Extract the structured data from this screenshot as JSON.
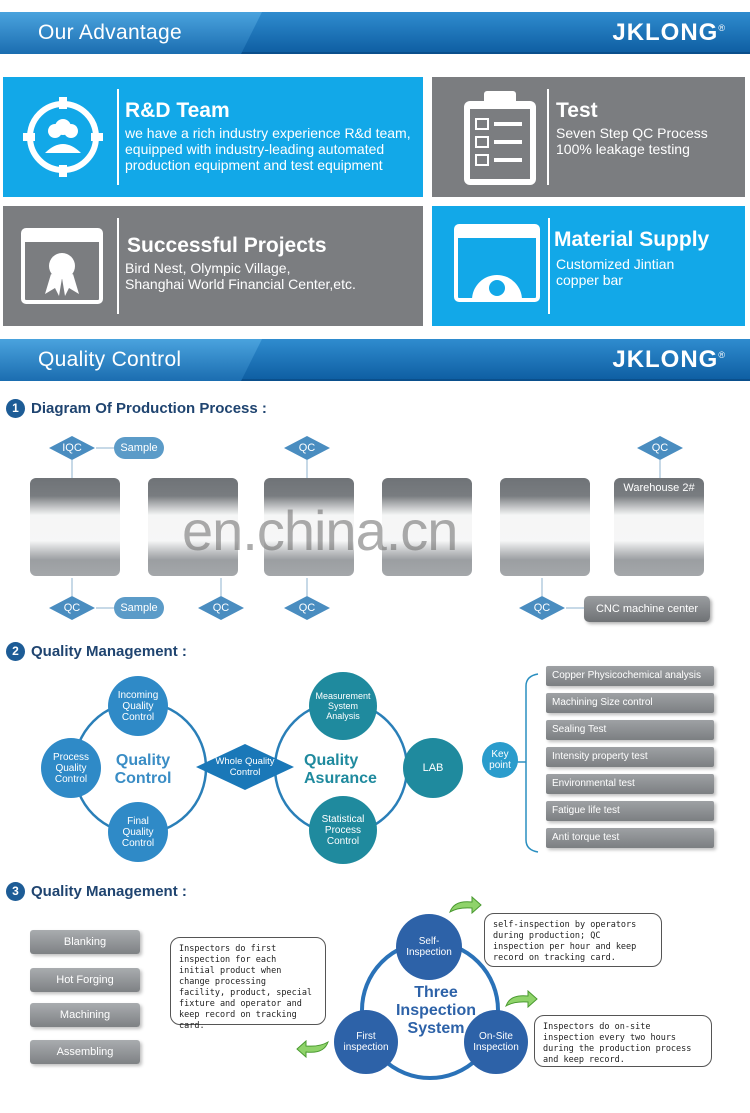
{
  "brand": {
    "logo": "JKLONG",
    "reg": "®"
  },
  "banners": {
    "advantage": "Our Advantage",
    "quality": "Quality Control"
  },
  "tiles": {
    "rd": {
      "title": "R&D Team",
      "lines": [
        "we have a rich industry experience R&d team,",
        "equipped with industry-leading automated",
        "production equipment and test equipment"
      ]
    },
    "test": {
      "title": "Test",
      "lines": [
        "Seven Step QC Process",
        "100% leakage testing"
      ]
    },
    "projects": {
      "title": "Successful Projects",
      "lines": [
        "Bird Nest, Olympic Village,",
        "Shanghai World Financial Center,etc."
      ]
    },
    "material": {
      "title": "Material Supply",
      "lines": [
        "Customized Jintian",
        "copper bar"
      ]
    }
  },
  "section1": {
    "num": "1",
    "title": "Diagram Of Production Process :"
  },
  "process": {
    "top_left_diamond": "IQC",
    "top_left_oval": "Sample",
    "top_mid_diamond": "QC",
    "top_right_diamond": "QC",
    "warehouse": "Warehouse 2#",
    "bottom_diamonds": [
      "QC",
      "QC",
      "QC",
      "QC"
    ],
    "bottom_oval": "Sample",
    "cnc": "CNC machine center",
    "watermark": "en.china.cn"
  },
  "section2": {
    "num": "2",
    "title": "Quality Management :"
  },
  "qm": {
    "incoming": [
      "Incoming",
      "Quality",
      "Control"
    ],
    "process": [
      "Process",
      "Quality",
      "Control"
    ],
    "final": [
      "Final",
      "Quality",
      "Control"
    ],
    "qc_center": [
      "Quality",
      "Control"
    ],
    "whole": [
      "Whole Quality",
      "Control"
    ],
    "msa": [
      "Measurement",
      "System",
      "Analysis"
    ],
    "qa_center": [
      "Quality",
      "Asurance"
    ],
    "lab": "LAB",
    "spc": [
      "Statistical",
      "Process",
      "Control"
    ],
    "key": [
      "Key",
      "point"
    ],
    "key_items": [
      "Copper Physicochemical analysis",
      "Machining Size control",
      "Sealing Test",
      "Intensity property test",
      "Environmental test",
      "Fatigue life test",
      "Anti torque test"
    ]
  },
  "section3": {
    "num": "3",
    "title": "Quality Management :"
  },
  "steps": [
    "Blanking",
    "Hot Forging",
    "Machining",
    "Assembling"
  ],
  "inspection": {
    "note_first": "Inspectors do first inspection for each initial product when change processing facility, product, special fixture and operator and keep record on tracking card.",
    "note_self": "self-inspection by operators during production; QC inspection per hour and keep record on tracking card.",
    "note_onsite": "Inspectors do on-site inspection every two hours during the production process and keep record.",
    "center": [
      "Three",
      "Inspection",
      "System"
    ],
    "self": [
      "Self-",
      "Inspection"
    ],
    "first": [
      "First",
      "inspection"
    ],
    "onsite": [
      "On-Site",
      "Inspection"
    ]
  }
}
